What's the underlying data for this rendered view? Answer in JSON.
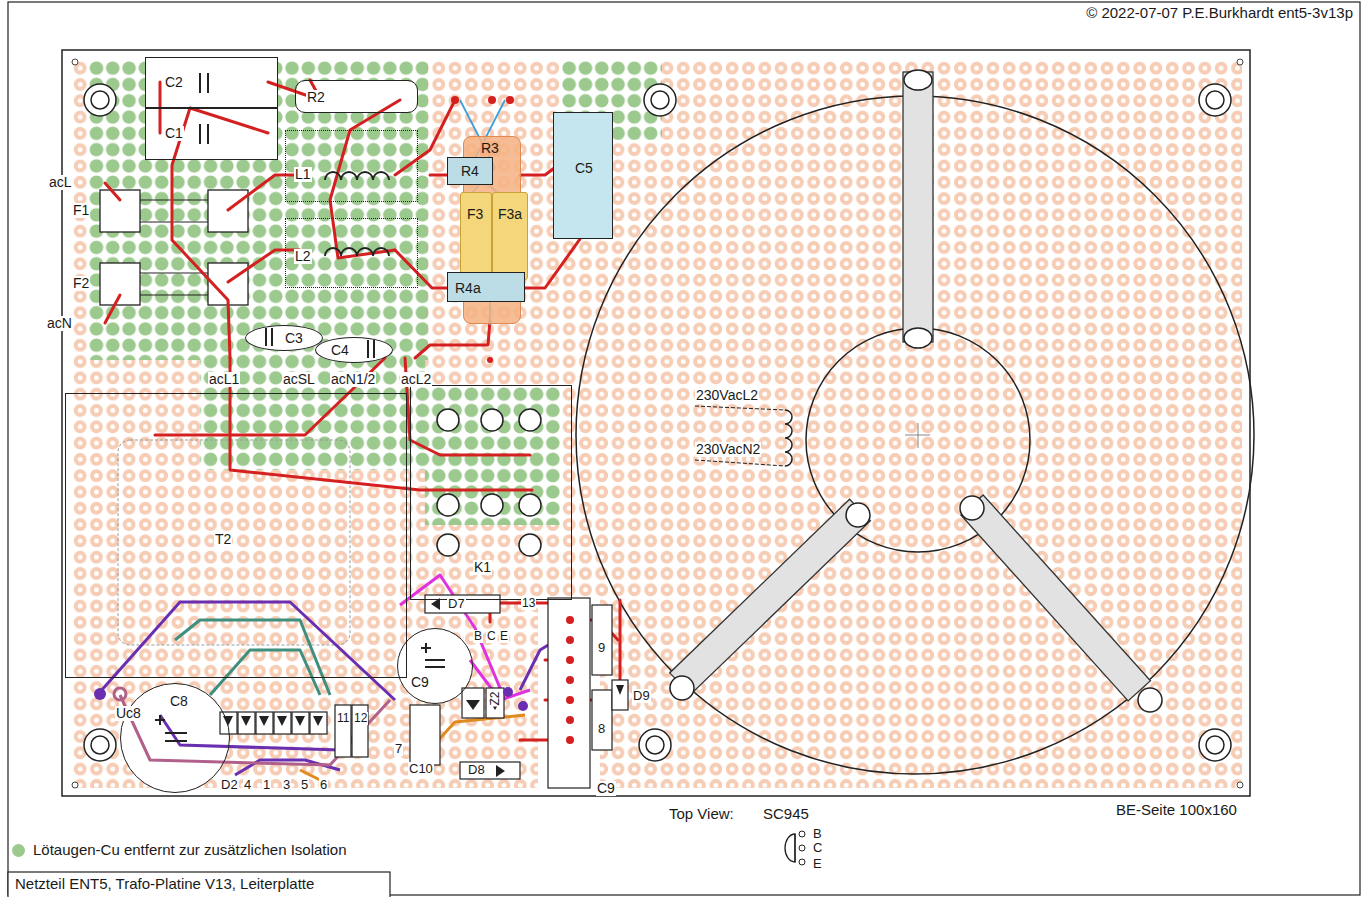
{
  "diagram": {
    "title": "Netzteil ENT5, Trafo-Platine V13, Leiterplatte",
    "nodes": [
      {
        "text": [
          "C2"
        ]
      },
      {
        "text": [
          "C1"
        ]
      },
      {
        "text": [
          "R2"
        ]
      },
      {
        "text": [
          "L1"
        ]
      },
      {
        "text": [
          "L2"
        ]
      },
      {
        "text": [
          "C3"
        ]
      },
      {
        "text": [
          "C4"
        ]
      },
      {
        "text": [
          "R3"
        ]
      },
      {
        "text": [
          "F3"
        ]
      },
      {
        "text": [
          "F3a"
        ]
      },
      {
        "text": [
          "R4"
        ]
      },
      {
        "text": [
          "R4a"
        ]
      },
      {
        "text": [
          "C5"
        ]
      },
      {
        "text": [
          "T2"
        ]
      },
      {
        "text": [
          "K1"
        ]
      },
      {
        "text": [
          "C9"
        ]
      },
      {
        "text": [
          "C8"
        ]
      }
    ],
    "labels": [
      "© 2022-07-07 P.E.Burkhardt ent5-3v13p",
      "acL",
      "F1",
      "F2",
      "acN",
      "acL1",
      "acSL",
      "acN1/2",
      "acL2",
      "230VacL2",
      "230VacN2",
      "D7",
      "13",
      "B",
      "C",
      "E",
      "Z2",
      "9",
      "D9",
      "8",
      "Uc8",
      "D2",
      "4",
      "1",
      "3",
      "5",
      "6",
      "11",
      "12",
      "7",
      "C10",
      "D8",
      "C9",
      "Top View:",
      "SC945",
      "B",
      "C",
      "E",
      "BE-Seite 100x160"
    ],
    "legend": [
      {
        "text": "Lötaugen-Cu entfernt zur zusätzlichen Isolation",
        "color": "#9cc98e"
      }
    ]
  }
}
